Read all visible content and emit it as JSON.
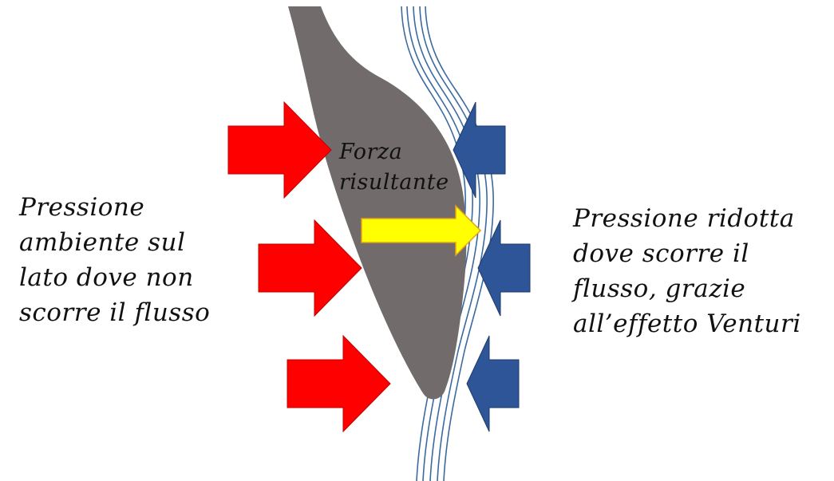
{
  "labels": {
    "force": [
      "Forza",
      "risultante"
    ],
    "left": [
      "Pressione",
      "ambiente sul",
      "lato dove non",
      "scorre il flusso"
    ],
    "right": [
      "Pressione ridotta",
      "dove scorre il",
      "flusso, grazie",
      "all’effetto Venturi"
    ]
  },
  "colors": {
    "background": "#ffffff",
    "body": "#716b6b",
    "ambient_arrow": "#ff0000",
    "ambient_arrow_edge": "#c00000",
    "reduced_arrow": "#2e5597",
    "reduced_arrow_edge": "#1f3b6a",
    "resultant_arrow": "#ffff00",
    "resultant_arrow_edge": "#e3a21a",
    "flow_lines": "#3b6aa0",
    "text": "#111111"
  },
  "icons": {
    "ambient_pressure": "arrow-right",
    "reduced_pressure": "arrow-left",
    "resultant_force": "arrow-right"
  }
}
